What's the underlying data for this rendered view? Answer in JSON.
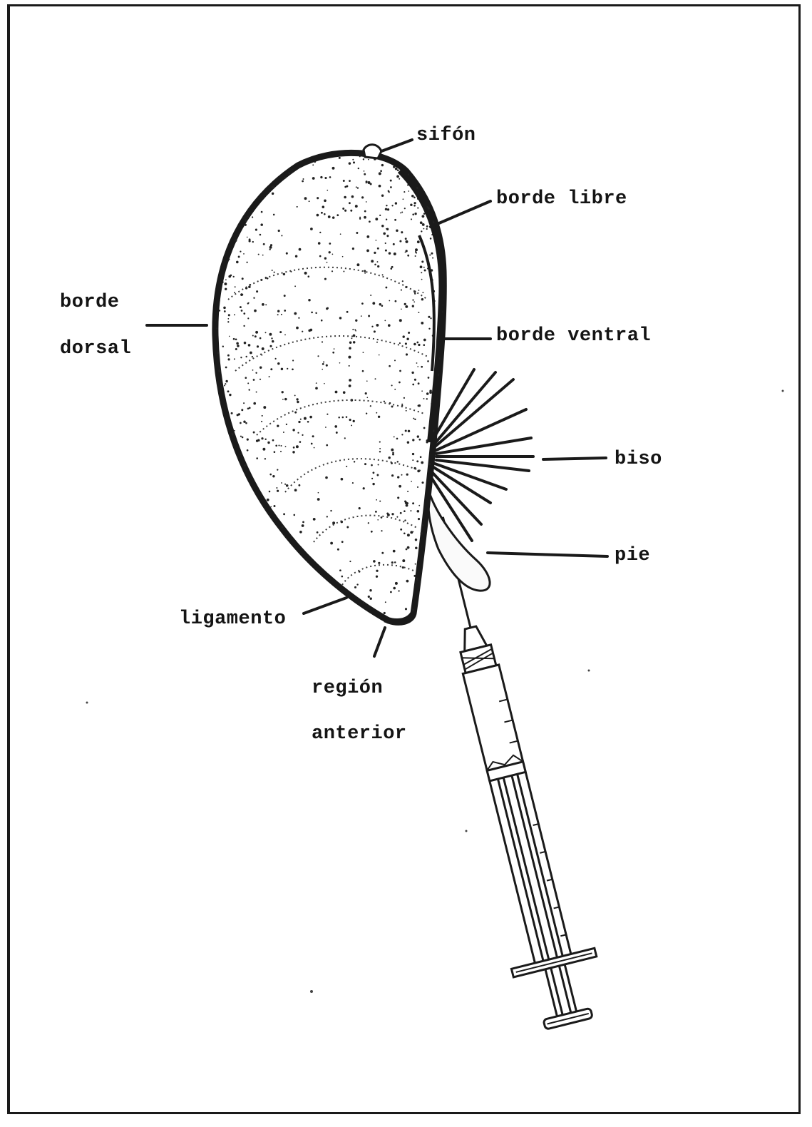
{
  "figure": {
    "labels": {
      "sifon": "sifón",
      "borde_libre": "borde libre",
      "borde_dorsal_1": "borde",
      "borde_dorsal_2": "dorsal",
      "borde_ventral": "borde ventral",
      "biso": "biso",
      "pie": "pie",
      "ligamento": "ligamento",
      "region_anterior_1": "región",
      "region_anterior_2": "anterior"
    },
    "icons": [
      "mussel-shell-illustration",
      "byssus-threads",
      "foot-illustration",
      "syringe-illustration"
    ],
    "colors": {
      "ink": "#1a1a1a",
      "paper": "#ffffff"
    }
  }
}
